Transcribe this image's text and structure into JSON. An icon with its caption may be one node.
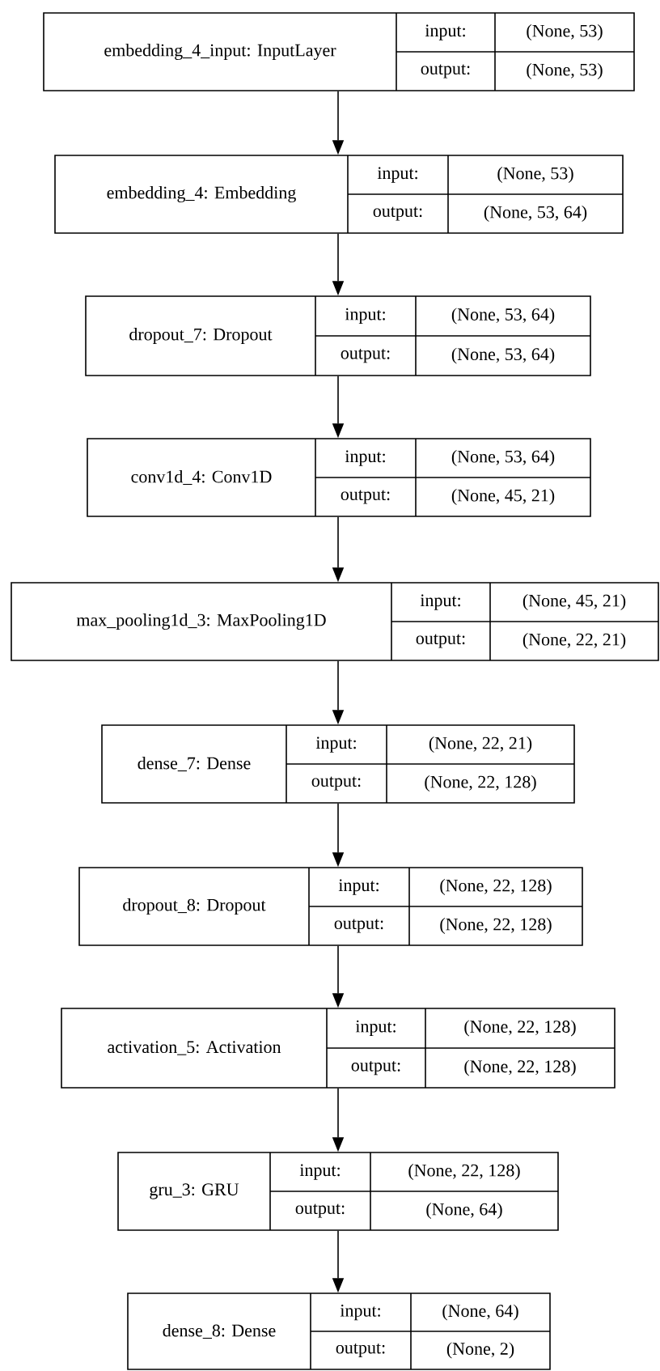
{
  "diagram": {
    "nodes": [
      {
        "text": [
          "embedding_4_input: InputLayer",
          "input:",
          "(None, 53)",
          "output:",
          "(None, 53)"
        ]
      },
      {
        "text": [
          "embedding_4: Embedding",
          "input:",
          "(None, 53)",
          "output:",
          "(None, 53, 64)"
        ]
      },
      {
        "text": [
          "dropout_7: Dropout",
          "input:",
          "(None, 53, 64)",
          "output:",
          "(None, 53, 64)"
        ]
      },
      {
        "text": [
          "conv1d_4: Conv1D",
          "input:",
          "(None, 53, 64)",
          "output:",
          "(None, 45, 21)"
        ]
      },
      {
        "text": [
          "max_pooling1d_3: MaxPooling1D",
          "input:",
          "(None, 45, 21)",
          "output:",
          "(None, 22, 21)"
        ]
      },
      {
        "text": [
          "dense_7: Dense",
          "input:",
          "(None, 22, 21)",
          "output:",
          "(None, 22, 128)"
        ]
      },
      {
        "text": [
          "dropout_8: Dropout",
          "input:",
          "(None, 22, 128)",
          "output:",
          "(None, 22, 128)"
        ]
      },
      {
        "text": [
          "activation_5: Activation",
          "input:",
          "(None, 22, 128)",
          "output:",
          "(None, 22, 128)"
        ]
      },
      {
        "text": [
          "gru_3: GRU",
          "input:",
          "(None, 22, 128)",
          "output:",
          "(None, 64)"
        ]
      },
      {
        "text": [
          "dense_8: Dense",
          "input:",
          "(None, 64)",
          "output:",
          "(None, 2)"
        ]
      }
    ],
    "edges": [
      {
        "from": 0,
        "to": 1,
        "arrow": "to"
      },
      {
        "from": 1,
        "to": 2,
        "arrow": "to"
      },
      {
        "from": 2,
        "to": 3,
        "arrow": "to"
      },
      {
        "from": 3,
        "to": 4,
        "arrow": "to"
      },
      {
        "from": 4,
        "to": 5,
        "arrow": "to"
      },
      {
        "from": 5,
        "to": 6,
        "arrow": "to"
      },
      {
        "from": 6,
        "to": 7,
        "arrow": "to"
      },
      {
        "from": 7,
        "to": 8,
        "arrow": "to"
      },
      {
        "from": 8,
        "to": 9,
        "arrow": "to"
      }
    ]
  }
}
